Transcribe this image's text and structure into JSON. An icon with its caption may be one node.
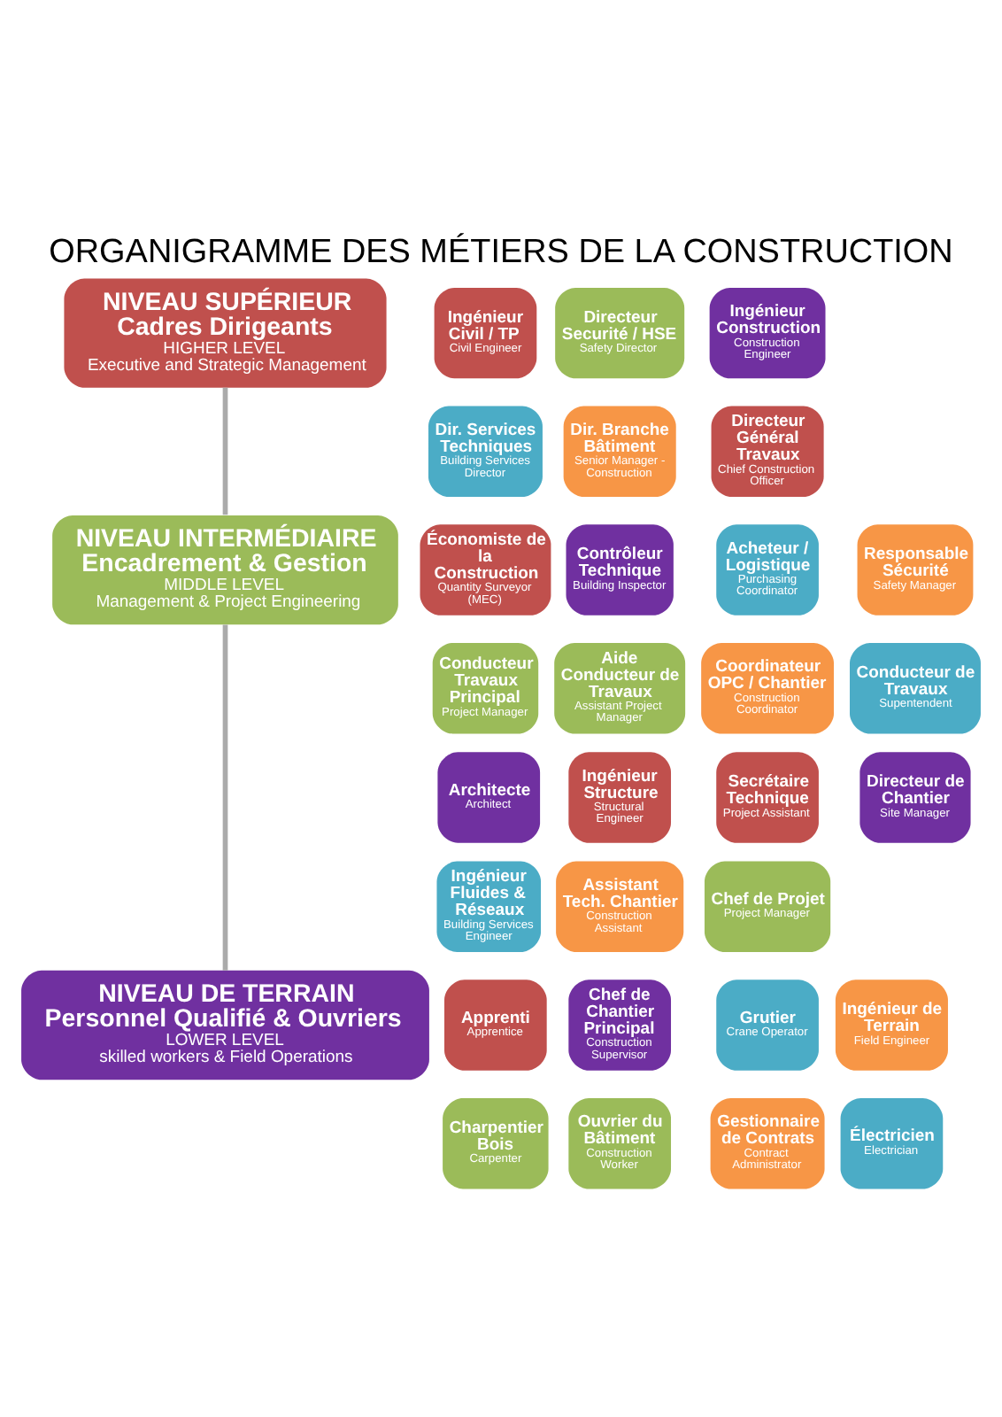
{
  "diagram": {
    "title": "ORGANIGRAMME DES MÉTIERS DE LA CONSTRUCTION",
    "nodes": [
      {
        "text": [
          "NIVEAU SUPÉRIEUR",
          "Cadres Dirigeants",
          "HIGHER LEVEL",
          "Executive and Strategic Management"
        ]
      },
      {
        "text": [
          "Ingénieur Civil / TP",
          "Civil Engineer"
        ]
      },
      {
        "text": [
          "Directeur Securité / HSE",
          "Safety Director"
        ]
      },
      {
        "text": [
          "Ingénieur Construction",
          "Construction Engineer"
        ]
      },
      {
        "text": [
          "Dir. Services Techniques",
          "Building Services Director"
        ]
      },
      {
        "text": [
          "Dir. Branche Bâtiment",
          "Senior Manager - Construction"
        ]
      },
      {
        "text": [
          "Directeur Général Travaux",
          "Chief Construction Officer"
        ]
      },
      {
        "text": [
          "NIVEAU INTERMÉDIAIRE",
          "Encadrement & Gestion",
          "MIDDLE LEVEL",
          "Management & Project Engineering"
        ]
      },
      {
        "text": [
          "Économiste de la Construction",
          "Quantity Surveyor (MEC)"
        ]
      },
      {
        "text": [
          "Contrôleur Technique",
          "Building Inspector"
        ]
      },
      {
        "text": [
          "Acheteur / Logistique",
          "Purchasing Coordinator"
        ]
      },
      {
        "text": [
          "Responsable Sécurité",
          "Safety Manager"
        ]
      },
      {
        "text": [
          "Conducteur Travaux Principal",
          "Project Manager"
        ]
      },
      {
        "text": [
          "Aide Conducteur de Travaux",
          "Assistant Project Manager"
        ]
      },
      {
        "text": [
          "Coordinateur OPC / Chantier",
          "Construction Coordinator"
        ]
      },
      {
        "text": [
          "Conducteur de Travaux",
          "Supentendent"
        ]
      },
      {
        "text": [
          "Architecte",
          "Architect"
        ]
      },
      {
        "text": [
          "Ingénieur Structure",
          "Structural Engineer"
        ]
      },
      {
        "text": [
          "Secrétaire Technique",
          "Project Assistant"
        ]
      },
      {
        "text": [
          "Directeur de Chantier",
          "Site Manager"
        ]
      },
      {
        "text": [
          "Ingénieur Fluides & Réseaux",
          "Building Services Engineer"
        ]
      },
      {
        "text": [
          "Assistant Tech. Chantier",
          "Construction Assistant"
        ]
      },
      {
        "text": [
          "Chef de Projet",
          "Project Manager"
        ]
      },
      {
        "text": [
          "NIVEAU DE TERRAIN",
          "Personnel Qualifié & Ouvriers",
          "LOWER LEVEL",
          "skilled workers & Field Operations"
        ]
      },
      {
        "text": [
          "Apprenti",
          "Apprentice"
        ]
      },
      {
        "text": [
          "Chef de Chantier Principal",
          "Construction Supervisor"
        ]
      },
      {
        "text": [
          "Grutier",
          "Crane Operator"
        ]
      },
      {
        "text": [
          "Ingénieur de Terrain",
          "Field Engineer"
        ]
      },
      {
        "text": [
          "Charpentier Bois",
          "Carpenter"
        ]
      },
      {
        "text": [
          "Ouvrier du Bâtiment",
          "Construction Worker"
        ]
      },
      {
        "text": [
          "Gestionnaire de Contrats",
          "Contract Administrator"
        ]
      },
      {
        "text": [
          "Électricien",
          "Electrician"
        ]
      }
    ],
    "edges": [
      {
        "from": 0,
        "to": 7,
        "arrow": "none"
      },
      {
        "from": 7,
        "to": 23,
        "arrow": "none"
      }
    ]
  }
}
